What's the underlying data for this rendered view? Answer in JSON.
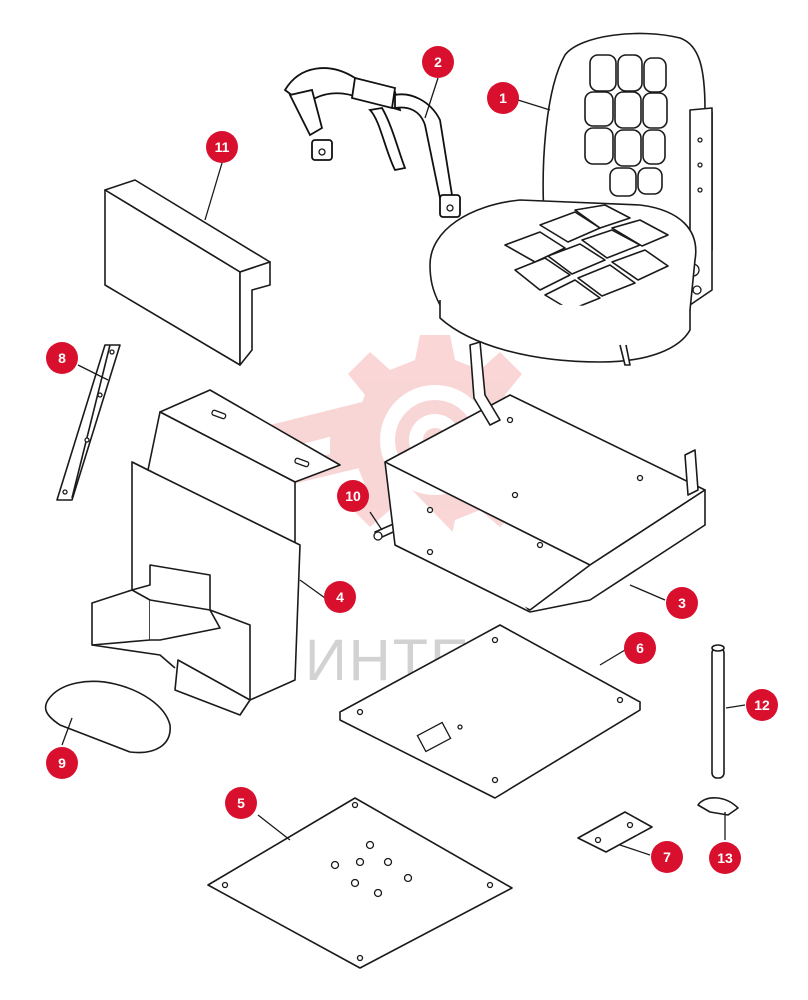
{
  "watermark": {
    "text": "ИНТЕХ",
    "color": "#f5b5b5",
    "text_color": "#d2d2d2"
  },
  "callouts": [
    {
      "id": "1",
      "label": "1"
    },
    {
      "id": "2",
      "label": "2"
    },
    {
      "id": "3",
      "label": "3"
    },
    {
      "id": "4",
      "label": "4"
    },
    {
      "id": "5",
      "label": "5"
    },
    {
      "id": "6",
      "label": "6"
    },
    {
      "id": "7",
      "label": "7"
    },
    {
      "id": "8",
      "label": "8"
    },
    {
      "id": "9",
      "label": "9"
    },
    {
      "id": "10",
      "label": "10"
    },
    {
      "id": "11",
      "label": "11"
    },
    {
      "id": "12",
      "label": "12"
    },
    {
      "id": "13",
      "label": "13"
    }
  ],
  "colors": {
    "callout_fill": "#d8102e",
    "line": "#1a1a1a"
  }
}
